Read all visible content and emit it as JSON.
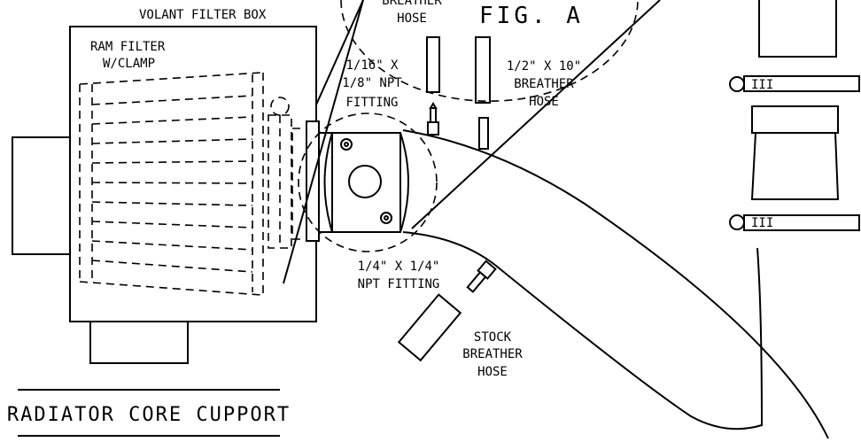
{
  "labels": {
    "volant_filter_box": "VOLANT FILTER BOX",
    "ram_filter_l1": "RAM FILTER",
    "ram_filter_l2": "W/CLAMP",
    "breather_hose_top_l1": "BREATHER",
    "breather_hose_top_l2": "HOSE",
    "fig_a": "FIG. A",
    "npt_116_l1": "1/16\" X",
    "npt_116_l2": "1/8\" NPT",
    "npt_116_l3": "FITTING",
    "hose_12_l1": "1/2\" X 10\"",
    "hose_12_l2": "BREATHER",
    "hose_12_l3": "HOSE",
    "npt_14_l1": "1/4\" X 1/4\"",
    "npt_14_l2": "NPT FITTING",
    "stock_l1": "STOCK",
    "stock_l2": "BREATHER",
    "stock_l3": "HOSE",
    "radiator": "RADIATOR CORE CUPPORT",
    "clamp_ticks": "III"
  }
}
